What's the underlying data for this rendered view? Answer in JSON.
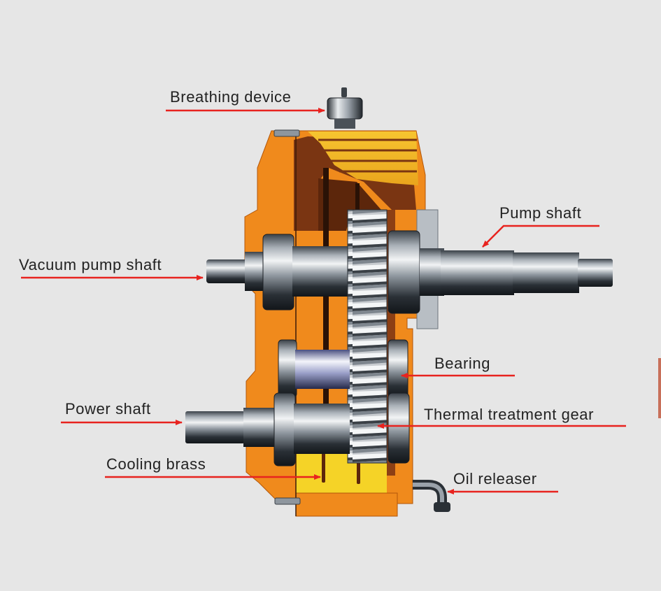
{
  "diagram": {
    "subject": "Gearbox cutaway",
    "background_color": "#e6e6e6",
    "colors": {
      "housing": "#f08a1c",
      "housing_dark": "#7a3512",
      "cooling_brass": "#f5d327",
      "steel_light": "#e8eaec",
      "steel_dark": "#1b1f24",
      "arrow": "#e8231f",
      "label_text": "#222222"
    },
    "labels": [
      {
        "id": "breathing-device",
        "text": "Breathing device"
      },
      {
        "id": "pump-shaft",
        "text": "Pump shaft"
      },
      {
        "id": "vacuum-pump-shaft",
        "text": "Vacuum pump shaft"
      },
      {
        "id": "bearing",
        "text": "Bearing"
      },
      {
        "id": "power-shaft",
        "text": "Power shaft"
      },
      {
        "id": "thermal-treatment-gear",
        "text": "Thermal treatment gear"
      },
      {
        "id": "cooling-brass",
        "text": "Cooling brass"
      },
      {
        "id": "oil-releaser",
        "text": "Oil releaser"
      }
    ]
  }
}
